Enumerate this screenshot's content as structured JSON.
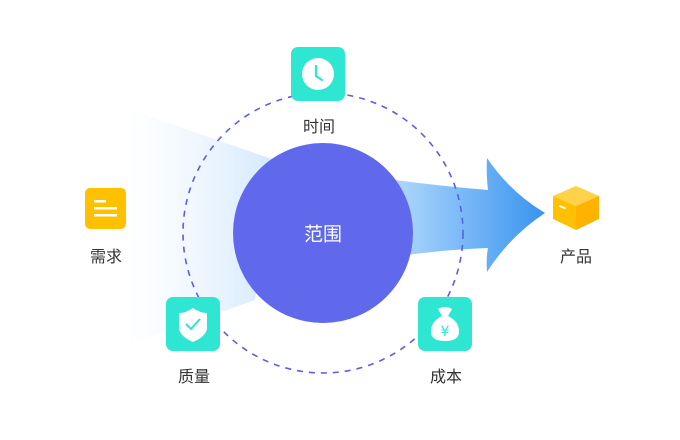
{
  "center": {
    "label": "范围"
  },
  "nodes": {
    "time": {
      "label": "时间",
      "icon": "clock-icon"
    },
    "requirement": {
      "label": "需求",
      "icon": "document-icon"
    },
    "quality": {
      "label": "质量",
      "icon": "shield-check-icon"
    },
    "cost": {
      "label": "成本",
      "icon": "money-bag-icon"
    },
    "product": {
      "label": "产品",
      "icon": "box-icon"
    }
  },
  "colors": {
    "teal": "#2fe6d3",
    "yellow": "#ffc000",
    "purple": "#6068ec",
    "dash": "#5b5fe0",
    "arrow_start": "#a9d4fb",
    "arrow_end": "#3a96f0"
  }
}
